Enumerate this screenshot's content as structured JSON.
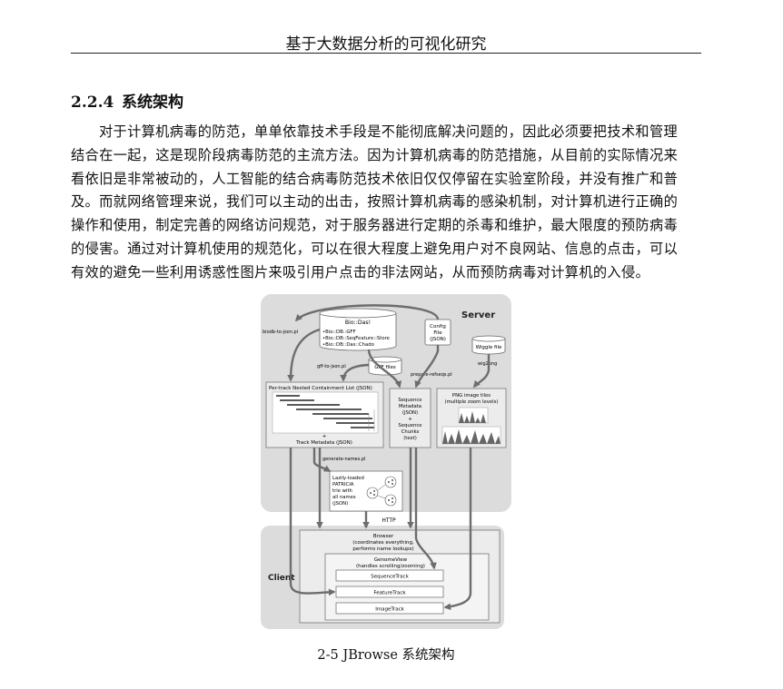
{
  "header": {
    "title": "基于大数据分析的可视化研究"
  },
  "section": {
    "number": "2.2.4",
    "title": "系统架构"
  },
  "body": {
    "lines": [
      "对于计算机病毒的防范，单单依靠技术手段是不能彻底解决问题的，因此必须要把技术和管理",
      "结合在一起，这是现阶段病毒防范的主流方法。因为计算机病毒的防范措施，从目前的实际情况来",
      "看依旧是非常被动的，人工智能的结合病毒防范技术依旧仅仅停留在实验室阶段，并没有推广和普",
      "及。而就网络管理来说，我们可以主动的出击，按照计算机病毒的感染机制，对计算机进行正确的",
      "操作和使用，制定完善的网络访问规范，对于服务器进行定期的杀毒和维护，最大限度的预防病毒",
      "的侵害。通过对计算机使用的规范化，可以在很大程度上避免用户对不良网站、信息的点击，可以",
      "有效的避免一些利用诱惑性图片来吸引用户点击的非法网站，从而预防病毒对计算机的入侵。"
    ]
  },
  "figure": {
    "server_label": "Server",
    "client_label": "Client",
    "bio_das_title": "Bio::Das!",
    "bio_das_items": [
      "•Bio::DB::GFF",
      "•Bio::DB::SeqFeature::Store",
      "•Bio::DB::Das::Chado"
    ],
    "config_file": [
      "Config",
      "File",
      "(JSON)"
    ],
    "wiggle_file": "Wiggle file",
    "script_biodb": "biodb-to-json.pl",
    "script_gff": "gff-to-json.pl",
    "gff_files": "GFF files",
    "script_refseqs": "prepare-refseqs.pl",
    "script_wig": "wig2png",
    "nclist_title": "Per-track Nested Containment List (JSON)",
    "nclist_plus": "+",
    "nclist_meta": "Track Metadata (JSON)",
    "seq_box": [
      "Sequence",
      "Metadata",
      "(JSON)",
      "+",
      "Sequence",
      "Chunks",
      "(text)"
    ],
    "png_box": [
      "PNG image tiles",
      "(multiple zoom levels)"
    ],
    "script_names": "generate-names.pl",
    "patricia": [
      "Lazily-loaded",
      "PATRICIA",
      "trie with",
      "all names",
      "(JSON)"
    ],
    "http_label": "HTTP",
    "browser": [
      "Browser",
      "(coordinates everything,",
      "performs name lookups)"
    ],
    "genomeview": [
      "GenomeView",
      "(handles scrolling/zooming)"
    ],
    "tracks": [
      "SequenceTrack",
      "FeatureTrack",
      "ImageTrack"
    ]
  },
  "caption": {
    "text": "2-5 JBrowse 系统架构"
  }
}
